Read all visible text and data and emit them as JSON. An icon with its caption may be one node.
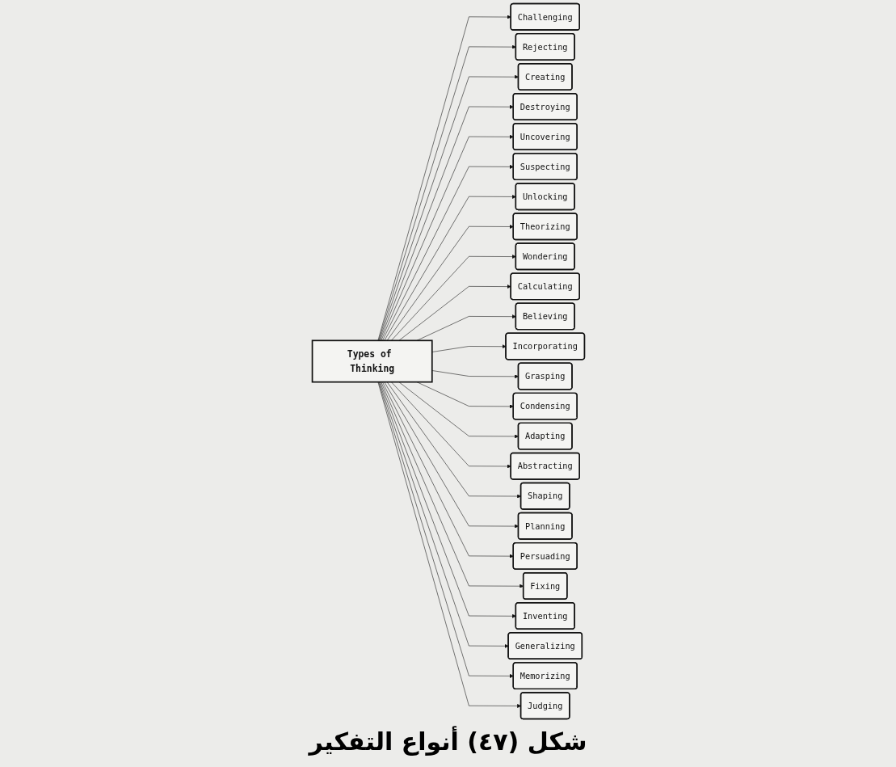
{
  "diagram": {
    "caption": "شكل (٤٧) أنواع التفكير",
    "nodes": [
      {
        "text": [
          "Types of Thinking"
        ]
      },
      {
        "text": [
          "Challenging"
        ]
      },
      {
        "text": [
          "Rejecting"
        ]
      },
      {
        "text": [
          "Creating"
        ]
      },
      {
        "text": [
          "Destroying"
        ]
      },
      {
        "text": [
          "Uncovering"
        ]
      },
      {
        "text": [
          "Suspecting"
        ]
      },
      {
        "text": [
          "Unlocking"
        ]
      },
      {
        "text": [
          "Theorizing"
        ]
      },
      {
        "text": [
          "Wondering"
        ]
      },
      {
        "text": [
          "Calculating"
        ]
      },
      {
        "text": [
          "Believing"
        ]
      },
      {
        "text": [
          "Incorporating"
        ]
      },
      {
        "text": [
          "Grasping"
        ]
      },
      {
        "text": [
          "Condensing"
        ]
      },
      {
        "text": [
          "Adapting"
        ]
      },
      {
        "text": [
          "Abstracting"
        ]
      },
      {
        "text": [
          "Shaping"
        ]
      },
      {
        "text": [
          "Planning"
        ]
      },
      {
        "text": [
          "Persuading"
        ]
      },
      {
        "text": [
          "Fixing"
        ]
      },
      {
        "text": [
          "Inventing"
        ]
      },
      {
        "text": [
          "Generalizing"
        ]
      },
      {
        "text": [
          "Memorizing"
        ]
      },
      {
        "text": [
          "Judging"
        ]
      }
    ],
    "edges": [
      {
        "from": 0,
        "to": 1,
        "arrow": "to"
      },
      {
        "from": 0,
        "to": 2,
        "arrow": "to"
      },
      {
        "from": 0,
        "to": 3,
        "arrow": "to"
      },
      {
        "from": 0,
        "to": 4,
        "arrow": "to"
      },
      {
        "from": 0,
        "to": 5,
        "arrow": "to"
      },
      {
        "from": 0,
        "to": 6,
        "arrow": "to"
      },
      {
        "from": 0,
        "to": 7,
        "arrow": "to"
      },
      {
        "from": 0,
        "to": 8,
        "arrow": "to"
      },
      {
        "from": 0,
        "to": 9,
        "arrow": "to"
      },
      {
        "from": 0,
        "to": 10,
        "arrow": "to"
      },
      {
        "from": 0,
        "to": 11,
        "arrow": "to"
      },
      {
        "from": 0,
        "to": 12,
        "arrow": "to"
      },
      {
        "from": 0,
        "to": 13,
        "arrow": "to"
      },
      {
        "from": 0,
        "to": 14,
        "arrow": "to"
      },
      {
        "from": 0,
        "to": 15,
        "arrow": "to"
      },
      {
        "from": 0,
        "to": 16,
        "arrow": "to"
      },
      {
        "from": 0,
        "to": 17,
        "arrow": "to"
      },
      {
        "from": 0,
        "to": 18,
        "arrow": "to"
      },
      {
        "from": 0,
        "to": 19,
        "arrow": "to"
      },
      {
        "from": 0,
        "to": 20,
        "arrow": "to"
      },
      {
        "from": 0,
        "to": 21,
        "arrow": "to"
      },
      {
        "from": 0,
        "to": 22,
        "arrow": "to"
      },
      {
        "from": 0,
        "to": 23,
        "arrow": "to"
      },
      {
        "from": 0,
        "to": 24,
        "arrow": "to"
      }
    ]
  }
}
